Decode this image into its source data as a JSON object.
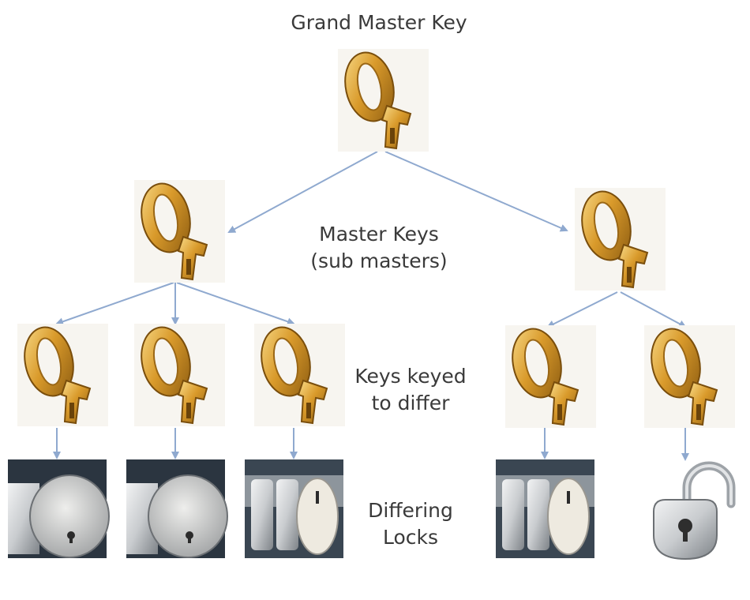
{
  "labels": {
    "grand_master": "Grand Master Key",
    "master_line1": "Master Keys",
    "master_line2": "(sub masters)",
    "differ_line1": "Keys keyed",
    "differ_line2": "to differ",
    "locks_line1": "Differing",
    "locks_line2": "Locks"
  },
  "colors": {
    "key_gold": "#d99a2b",
    "key_highlight": "#f7d27a",
    "key_shadow": "#8a5a10",
    "arrow": "#8fa9cf",
    "lock_dark": "#2b3540",
    "lock_silver": "#c9cccf",
    "text": "#3a3a3a"
  },
  "icons": {
    "key": "key-icon",
    "round_lock": "round-cylinder-lock-icon",
    "euro_lock": "euro-cylinder-lock-icon",
    "padlock": "open-padlock-icon"
  }
}
